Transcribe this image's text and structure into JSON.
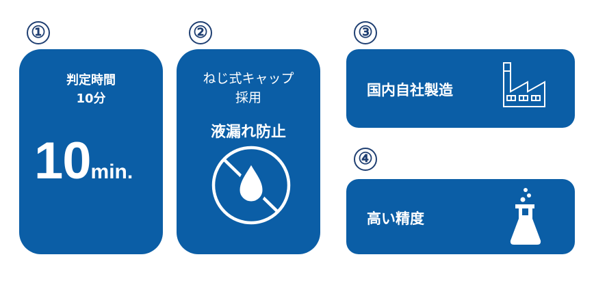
{
  "theme": {
    "card_color": "#0b5ea6",
    "number_color": "#1f3f72",
    "text_color": "#ffffff"
  },
  "cards": [
    {
      "number": "①",
      "lines": [
        "判定時間",
        "10分"
      ],
      "big_value": "10",
      "big_unit": "min.",
      "icon": "none"
    },
    {
      "number": "②",
      "lines": [
        "ねじ式キャップ",
        "採用"
      ],
      "headline": "液漏れ防止",
      "icon": "no-leak-drop-icon"
    },
    {
      "number": "③",
      "title": "国内自社製造",
      "icon": "factory-icon"
    },
    {
      "number": "④",
      "title": "高い精度",
      "icon": "flask-icon"
    }
  ]
}
